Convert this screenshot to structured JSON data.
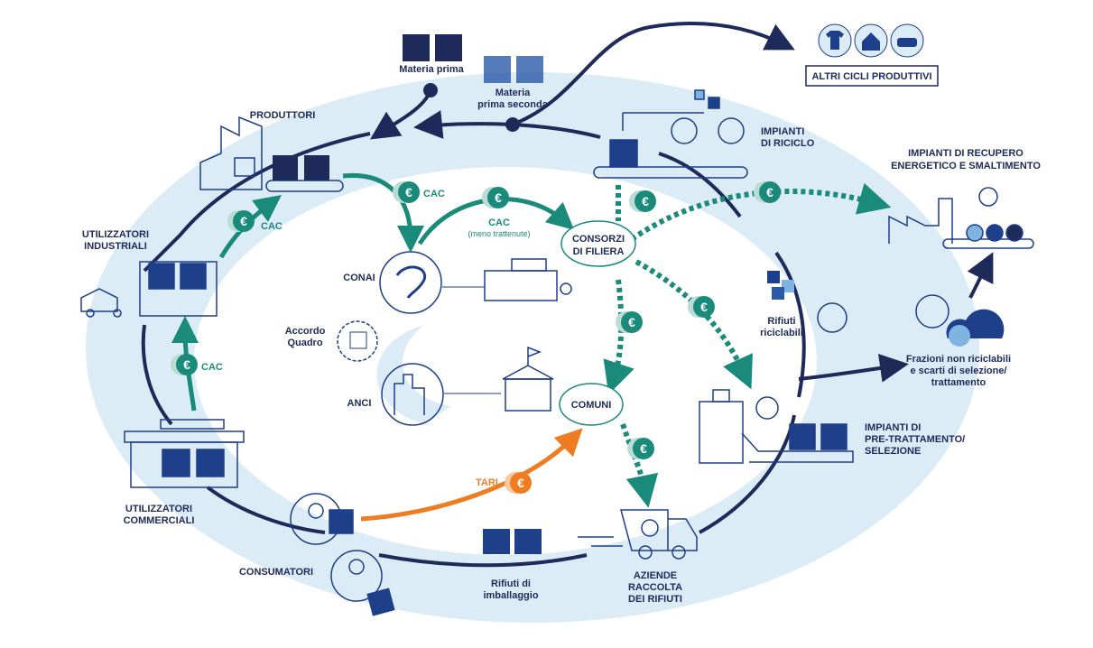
{
  "colors": {
    "navy": "#1e2a5a",
    "teal": "#1a8a7a",
    "light_blue": "#dcecf7",
    "orange": "#ee7d22",
    "blue": "#1d4f9c"
  },
  "labels": {
    "materia_prima": "Materia prima",
    "materia_prima_seconda": [
      "Materia",
      "prima seconda"
    ],
    "produttori": "PRODUTTORI",
    "impianti_riciclo": [
      "IMPIANTI",
      "DI RICICLO"
    ],
    "altri_cicli": "ALTRI CICLI PRODUTTIVI",
    "impianti_recupero": [
      "IMPIANTI DI RECUPERO",
      "ENERGETICO E SMALTIMENTO"
    ],
    "utilizzatori_industriali": [
      "UTILIZZATORI",
      "INDUSTRIALI"
    ],
    "cac": "CAC",
    "cac_meno": [
      "CAC",
      "(meno trattenute)"
    ],
    "consorzi": [
      "CONSORZI",
      "DI FILIERA"
    ],
    "conai": "CONAI",
    "accordo_quadro": [
      "Accordo",
      "Quadro"
    ],
    "anci": "ANCI",
    "comuni": "COMUNI",
    "rifiuti_riciclabili": [
      "Rifiuti",
      "riciclabili"
    ],
    "frazioni": [
      "Frazioni non riciclabili",
      "e scarti di selezione/",
      "trattamento"
    ],
    "pretrattamento": [
      "IMPIANTI DI",
      "PRE-TRATTAMENTO/",
      "SELEZIONE"
    ],
    "tari": "TARI",
    "utilizzatori_commerciali": [
      "UTILIZZATORI",
      "COMMERCIALI"
    ],
    "consumatori": "CONSUMATORI",
    "rifiuti_imballaggio": [
      "Rifiuti di",
      "imballaggio"
    ],
    "aziende_raccolta": [
      "AZIENDE",
      "RACCOLTA",
      "DEI RIFIUTI"
    ],
    "euro_symbol": "€"
  },
  "icons": [
    "factory-icon",
    "forklift-icon",
    "shop-icon",
    "consumer-icon",
    "truck-icon",
    "recycling-plant-icon",
    "energy-plant-icon",
    "selection-plant-icon",
    "conai-logo-icon",
    "anci-castle-icon",
    "municipality-icon",
    "consortium-building-icon",
    "agreement-seal-icon",
    "shirt-icon",
    "house-icon",
    "car-icon",
    "recycle-icon",
    "euro-coin-icon"
  ]
}
